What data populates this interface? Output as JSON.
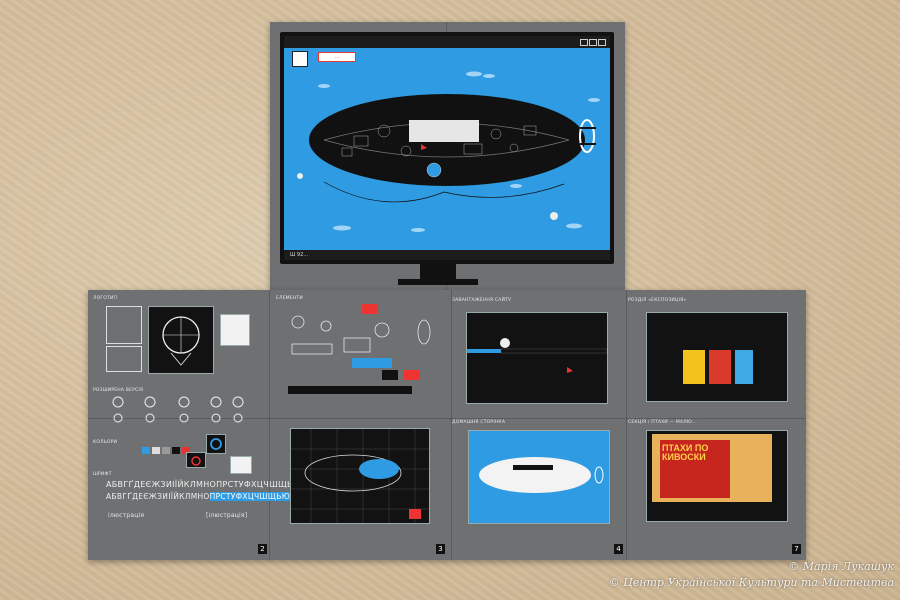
{
  "monitor": {
    "url_chip": "...",
    "taskbar_label": "Ш 92..."
  },
  "panels": {
    "p1_title": "ЛОГОТИП",
    "p2_title": "РОЗШИРЕНА ВЕРСІЯ",
    "p3_title": "ЗАВАНТАЖЕННЯ САЙТУ",
    "p4_title": "РОЗДІЛ «ЕКСПОЗИЦІЯ»",
    "p5_title": "РОЗДІЛ «ПТАХИ»",
    "p6_title": "ДОМАШНЯ СТОРІНКА",
    "p7_title": "СЕКЦІЯ / ПТАХИ — МАЛЮ..."
  },
  "typography": {
    "line1": "АБВГҐДЕЄЖЗИІЇЙКЛМНОПРСТУФХЦЧШЩЬЮЯ",
    "line2a": "АБВГҐДЕЄЖЗИІЇЙКЛМНО",
    "line2b": "ПРСТУФХЦЧШЩЬЮЯ",
    "caption_left": "ілюстрація",
    "caption_right": "[ілюстрація]"
  },
  "poster_card": {
    "title": "ПТАХИ ПО КИВОСКИ"
  },
  "page_numbers": [
    "2",
    "3",
    "4",
    "7"
  ],
  "credits": {
    "line1": "© Марія Лукашук",
    "line2": "© Центр Української Культури та Мистецтва"
  },
  "colors": {
    "wall": "#d8c3a3",
    "poster": "#6e7072",
    "screen_blue": "#2e9be2",
    "accent_red": "#e33333",
    "dark": "#121212"
  }
}
